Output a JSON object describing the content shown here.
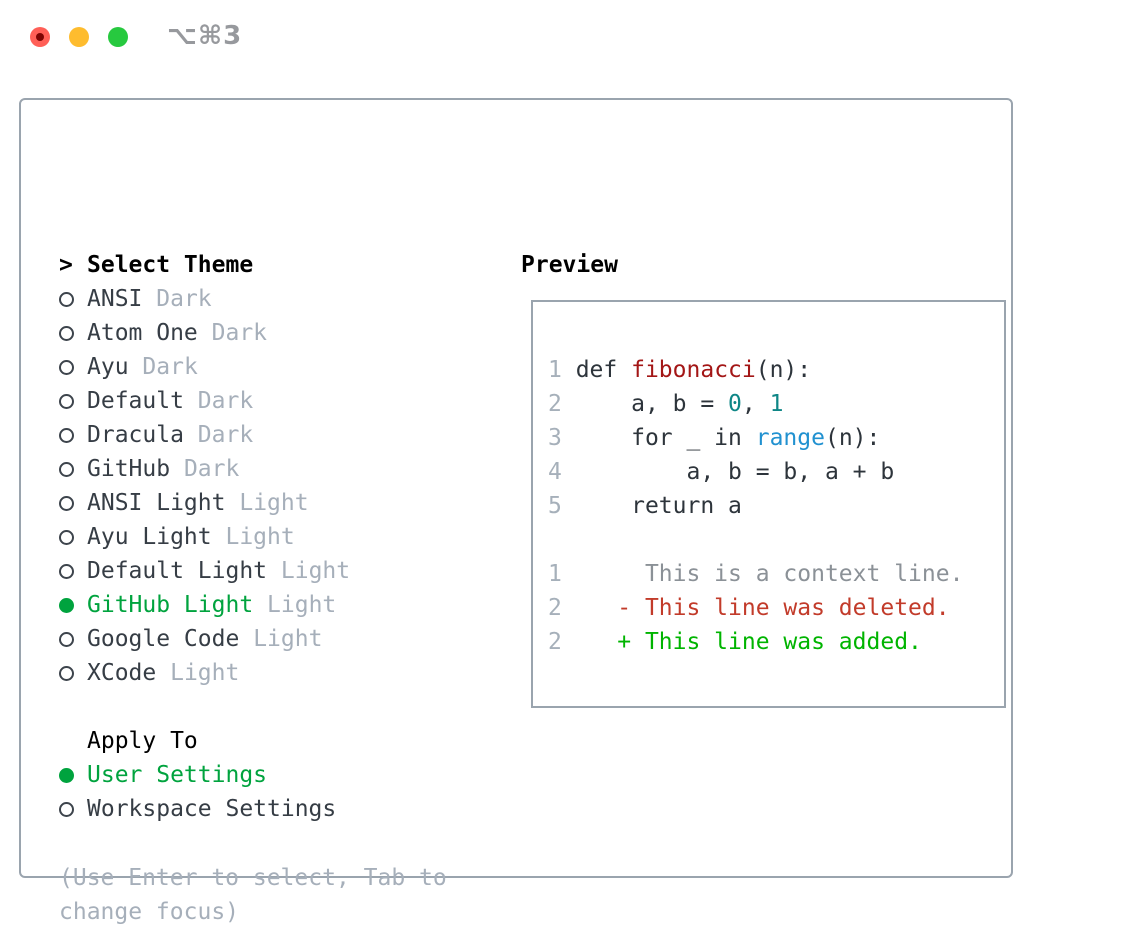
{
  "window": {
    "title": "⌥⌘3",
    "traffic_lights": {
      "close_color": "#ff5f57",
      "minimize_color": "#febc2e",
      "zoom_color": "#27c93f"
    }
  },
  "theme_list": {
    "header_prefix": ">",
    "header": "Select Theme",
    "items": [
      {
        "name": "ANSI",
        "variant": "Dark",
        "selected": false
      },
      {
        "name": "Atom One",
        "variant": "Dark",
        "selected": false
      },
      {
        "name": "Ayu",
        "variant": "Dark",
        "selected": false
      },
      {
        "name": "Default",
        "variant": "Dark",
        "selected": false
      },
      {
        "name": "Dracula",
        "variant": "Dark",
        "selected": false
      },
      {
        "name": "GitHub",
        "variant": "Dark",
        "selected": false
      },
      {
        "name": "ANSI Light",
        "variant": "Light",
        "selected": false
      },
      {
        "name": "Ayu Light",
        "variant": "Light",
        "selected": false
      },
      {
        "name": "Default Light",
        "variant": "Light",
        "selected": false
      },
      {
        "name": "GitHub Light",
        "variant": "Light",
        "selected": true
      },
      {
        "name": "Google Code",
        "variant": "Light",
        "selected": false
      },
      {
        "name": "XCode",
        "variant": "Light",
        "selected": false
      }
    ]
  },
  "apply_to": {
    "header": "Apply To",
    "options": [
      {
        "label": "User Settings",
        "selected": true
      },
      {
        "label": "Workspace Settings",
        "selected": false
      }
    ]
  },
  "help_text": "(Use Enter to select, Tab to change focus)",
  "preview": {
    "header": "Preview",
    "lines": [
      {
        "segments": [
          [
            "1",
            "num"
          ],
          [
            " def ",
            "d"
          ],
          [
            "fibonacci",
            "fn"
          ],
          [
            "(n):",
            "d"
          ]
        ]
      },
      {
        "segments": [
          [
            "2",
            "num"
          ],
          [
            "     a, b = ",
            "d"
          ],
          [
            "0",
            "int"
          ],
          [
            ", ",
            "d"
          ],
          [
            "1",
            "int"
          ]
        ]
      },
      {
        "segments": [
          [
            "3",
            "num"
          ],
          [
            "     for _ in ",
            "d"
          ],
          [
            "range",
            "blue"
          ],
          [
            "(n):",
            "d"
          ]
        ]
      },
      {
        "segments": [
          [
            "4",
            "num"
          ],
          [
            "         a, b = b, a + b",
            "d"
          ]
        ]
      },
      {
        "segments": [
          [
            "5",
            "num"
          ],
          [
            "     return a",
            "d"
          ]
        ]
      },
      {
        "segments": []
      },
      {
        "segments": [
          [
            "1",
            "num"
          ],
          [
            "      This is a context line.",
            "ctx"
          ]
        ]
      },
      {
        "segments": [
          [
            "2",
            "num"
          ],
          [
            "    - This line was deleted.",
            "del"
          ]
        ]
      },
      {
        "segments": [
          [
            "2",
            "num"
          ],
          [
            "    + This line was added.",
            "add"
          ]
        ]
      }
    ]
  },
  "colors": {
    "accent_green": "#00a33e",
    "name_text": "#363d45",
    "variant_text": "#a6afba",
    "panel_border": "#9aa4ae",
    "token": {
      "d": "#2d343b",
      "num": "#a6b0ba",
      "fn": "#a31616",
      "int": "#0e8686",
      "blue": "#2191d0",
      "ctx": "#8b9197",
      "del": "#c23b2a",
      "add": "#00b400"
    }
  }
}
